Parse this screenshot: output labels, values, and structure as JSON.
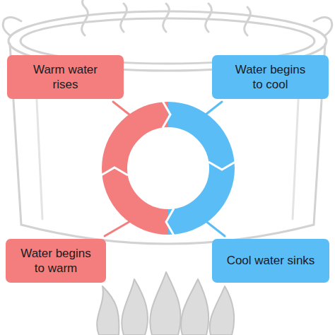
{
  "diagram": {
    "nodes": [
      {
        "text": [
          "Warm water rises"
        ]
      },
      {
        "text": [
          "Water begins to cool"
        ]
      },
      {
        "text": [
          "Water begins to warm"
        ]
      },
      {
        "text": [
          "Cool water sinks"
        ]
      }
    ]
  }
}
